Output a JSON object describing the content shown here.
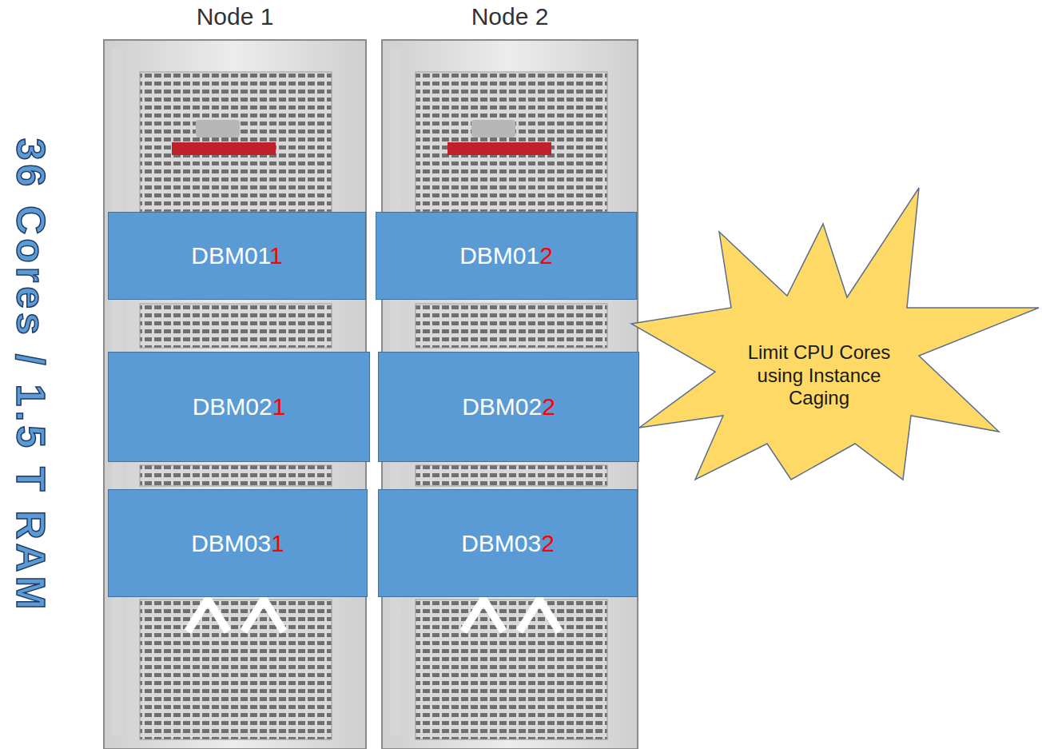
{
  "diagram": {
    "nodes": [
      {
        "text": [
          "Node 1"
        ]
      },
      {
        "text": [
          "DBM011"
        ],
        "in": 0
      },
      {
        "text": [
          "DBM021"
        ],
        "in": 0
      },
      {
        "text": [
          "DBM031"
        ],
        "in": 0
      },
      {
        "text": [
          "Node 2"
        ]
      },
      {
        "text": [
          "DBM012"
        ],
        "in": 4
      },
      {
        "text": [
          "DBM022"
        ],
        "in": 4
      },
      {
        "text": [
          "DBM032"
        ],
        "in": 4
      },
      {
        "text": [
          "Limit CPU Cores using Instance Caging"
        ]
      }
    ],
    "labels": [
      "36 Cores / 1.5 T RAM"
    ]
  }
}
